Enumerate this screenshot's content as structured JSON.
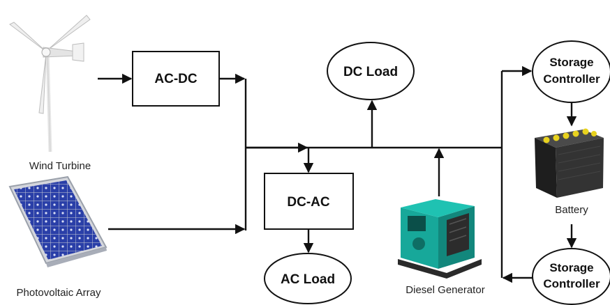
{
  "blocks": {
    "ac_dc": "AC-DC",
    "dc_ac": "DC-AC"
  },
  "loads": {
    "dc_load": "DC Load",
    "ac_load": "AC Load"
  },
  "storage_controller_top": {
    "line1": "Storage",
    "line2": "Controller"
  },
  "storage_controller_bottom": {
    "line1": "Storage",
    "line2": "Controller"
  },
  "captions": {
    "wind_turbine": "Wind Turbine",
    "photovoltaic_array": "Photovoltaic Array",
    "diesel_generator": "Diesel Generator",
    "battery": "Battery"
  },
  "colors": {
    "line": "#111111",
    "pv_cell": "#2a3fa8",
    "pv_frame": "#c9ccd4",
    "generator_body": "#17a89a",
    "battery_body": "#2b2b2b",
    "battery_terminal": "#e8d21e"
  },
  "icons": [
    "wind-turbine-icon",
    "solar-panel-icon",
    "diesel-generator-icon",
    "battery-icon"
  ]
}
